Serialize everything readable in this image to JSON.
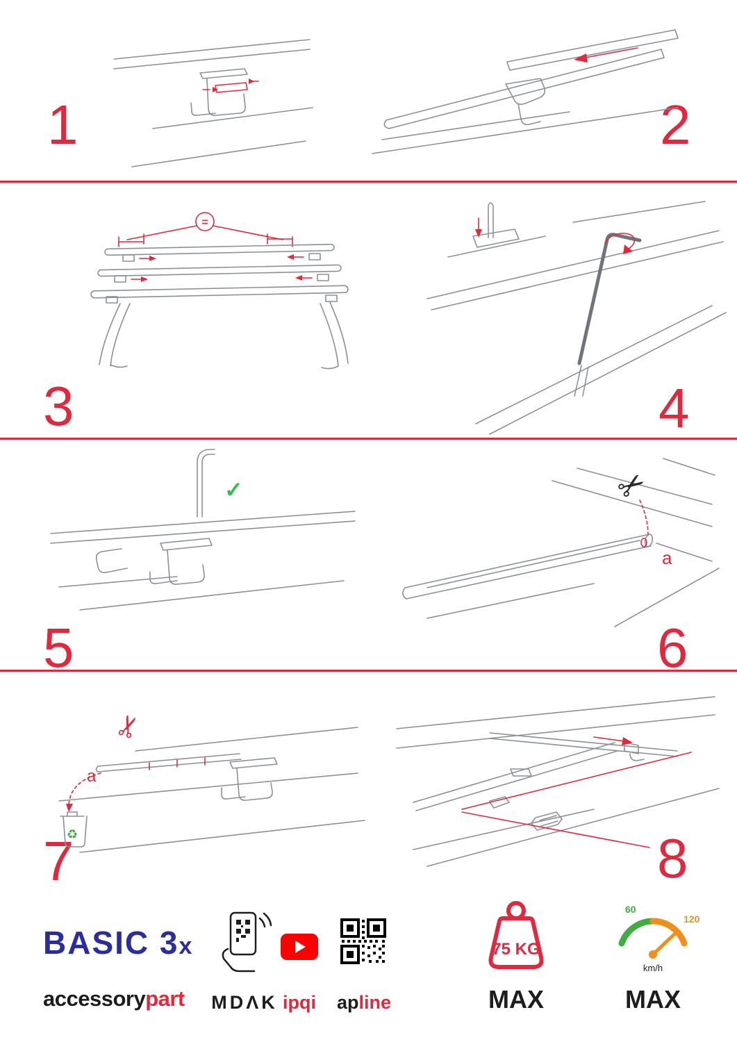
{
  "colors": {
    "accent_red": "#e0293e",
    "brand_navy": "#2b2d9c",
    "check_green": "#3dbb4a",
    "speed_green": "#3fae3f",
    "speed_orange": "#ef8f1c",
    "youtube_red": "#ff0000",
    "sketch_grey": "#8b9097",
    "ink": "#1d1d1b"
  },
  "steps": [
    {
      "number": "1"
    },
    {
      "number": "2"
    },
    {
      "number": "3"
    },
    {
      "number": "4"
    },
    {
      "number": "5"
    },
    {
      "number": "6"
    },
    {
      "number": "7"
    },
    {
      "number": "8"
    }
  ],
  "glyphs": {
    "equals": "=",
    "check": "✓",
    "scissors": "✂",
    "recycle": "♻",
    "label_a": "a"
  },
  "footer": {
    "brand_title": "BASIC 3",
    "brand_title_x": "x",
    "brand_black": "accessory",
    "brand_red": "part",
    "mdak": "MDΛK",
    "ipqi": "ipqi",
    "apline_black": "ap",
    "apline_red": "line",
    "weight_value": "75 KG",
    "weight_max": "MAX",
    "speed_low": "60",
    "speed_high": "120",
    "speed_unit": "km/h",
    "speed_max": "MAX"
  }
}
